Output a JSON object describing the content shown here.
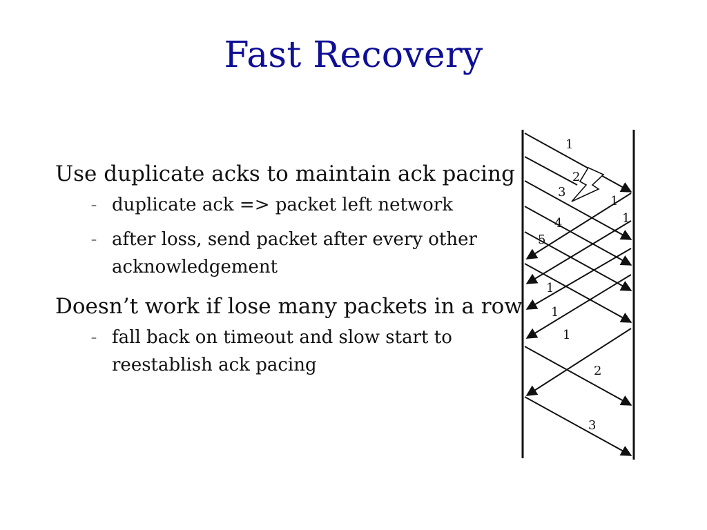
{
  "title": "Fast Recovery",
  "bullets": [
    {
      "text": "Use duplicate acks to maintain ack pacing",
      "subs": [
        "duplicate ack => packet left network",
        "after loss, send packet after every other acknowledgement"
      ]
    },
    {
      "text": "Doesn’t work if lose many packets in a row",
      "subs": [
        "fall back on timeout and slow start to reestablish ack pacing"
      ]
    }
  ],
  "sub_marker": "–",
  "diagram": {
    "data_labels": [
      "1",
      "2",
      "3",
      "4",
      "5"
    ],
    "ack_labels": [
      "1",
      "1",
      "1",
      "1",
      "1"
    ],
    "retransmit_labels": [
      "2",
      "3"
    ]
  }
}
